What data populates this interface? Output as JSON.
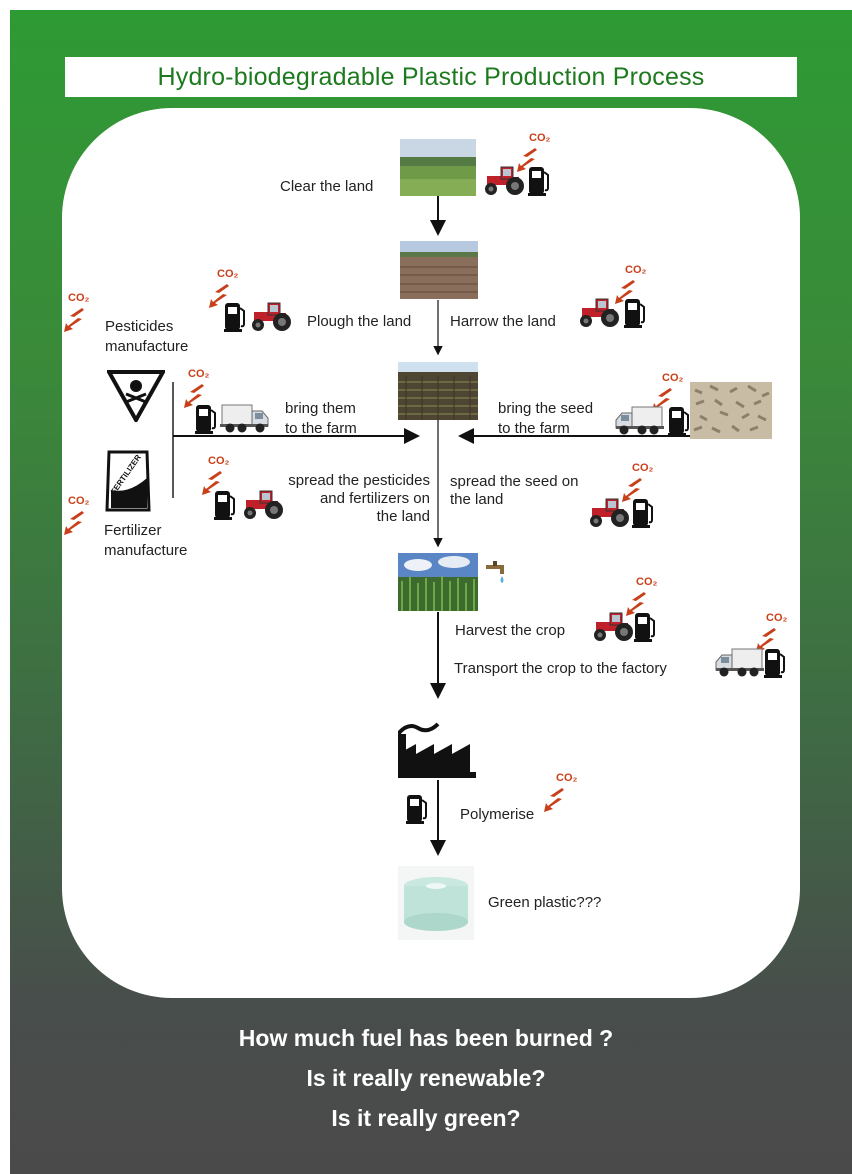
{
  "title": "Hydro-biodegradable Plastic Production Process",
  "co2_label": "CO₂",
  "steps": {
    "clear": "Clear the land",
    "plough": "Plough the land",
    "harrow": "Harrow the land",
    "bring_them_1": "bring them",
    "bring_them_2": "to the farm",
    "bring_seed_1": "bring the seed",
    "bring_seed_2": "to the farm",
    "spread_pest_1": "spread the pesticides",
    "spread_pest_2": "and fertilizers on",
    "spread_pest_3": "the land",
    "spread_seed_1": "spread the seed on",
    "spread_seed_2": "the land",
    "harvest": "Harvest the crop",
    "transport": "Transport  the crop to the factory",
    "polymerise": "Polymerise",
    "green_plastic": "Green plastic???"
  },
  "side": {
    "pesticides_1": "Pesticides",
    "pesticides_2": "manufacture",
    "fertilizer_1": "Fertilizer",
    "fertilizer_2": "manufacture",
    "fertilizer_bag_text": "FERTILIZER"
  },
  "questions": [
    "How much fuel has been burned ?",
    "Is it really renewable?",
    "Is it really green?"
  ],
  "colors": {
    "title_green": "#1e7a1e",
    "co2_red": "#c8401a",
    "tractor_red": "#c0202a"
  }
}
